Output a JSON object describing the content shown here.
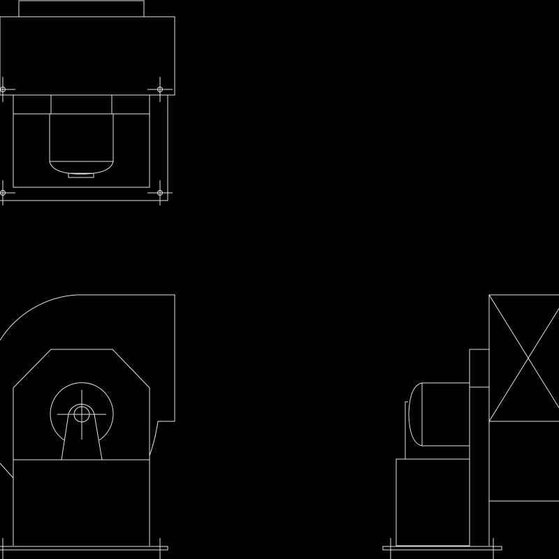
{
  "drawing": {
    "background": "#000000",
    "line_color": "#e6e6e6",
    "views": [
      "top-view",
      "front-view",
      "side-view"
    ]
  }
}
